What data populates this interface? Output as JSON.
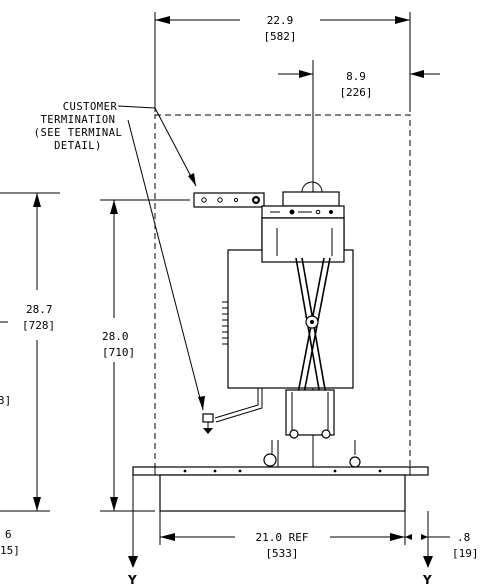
{
  "note": {
    "lines": [
      "CUSTOMER",
      "TERMINATION",
      "(SEE TERMINAL",
      "DETAIL)"
    ]
  },
  "dimensions": {
    "overall_width": {
      "value": "22.9",
      "metric": "[582]"
    },
    "offset_right": {
      "value": "8.9",
      "metric": "[226]"
    },
    "left_height": {
      "value": "28.7",
      "metric": "[728]"
    },
    "center_height": {
      "value": "28.0",
      "metric": "[710]"
    },
    "base_width": {
      "value": "21.0 REF",
      "metric": "[533]"
    },
    "right_gap": {
      "value": ".8",
      "metric": "[19]"
    },
    "left_small": {
      "value": "6",
      "metric": "15]"
    },
    "left_partial": {
      "value": "]",
      "metric": "3]"
    }
  },
  "section_labels": {
    "left": "Y",
    "right": "Y"
  }
}
